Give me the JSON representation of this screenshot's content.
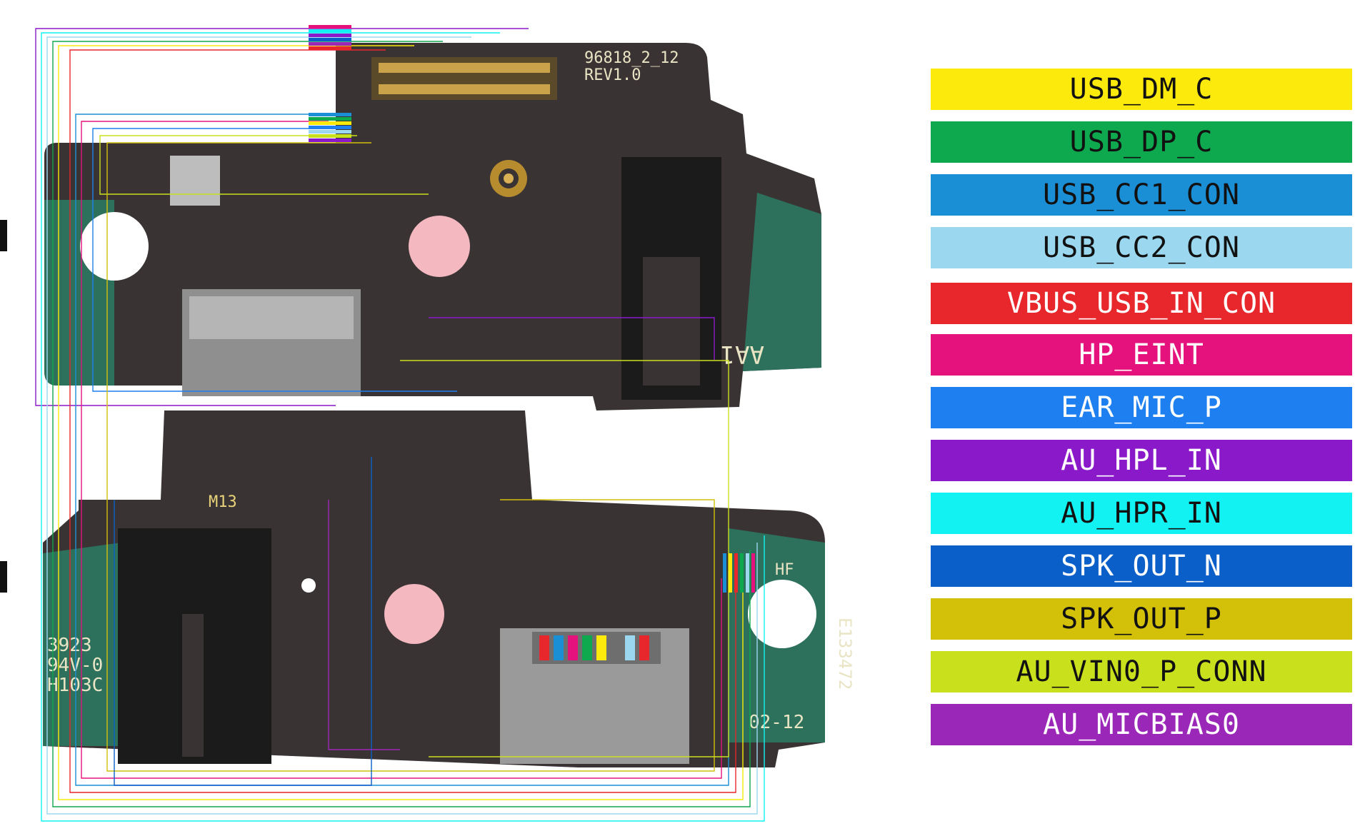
{
  "board": {
    "top_label_line1": "96818_2_12",
    "top_label_line2": "REV1.0",
    "top_side_label": "AA1",
    "bottom_label_m13": "M13",
    "bottom_label_hf": "HF",
    "bottom_code_vertical": "E133472",
    "bottom_date": "02-12",
    "bottom_left_line1": "3923",
    "bottom_left_line2": "94V-0",
    "bottom_left_line3": "H103C"
  },
  "legend": [
    {
      "label": "USB_DM_C",
      "color": "#fbea0b",
      "text_color": "#111111"
    },
    {
      "label": "USB_DP_C",
      "color": "#0ea84f",
      "text_color": "#111111"
    },
    {
      "label": "USB_CC1_CON",
      "color": "#1b8fd6",
      "text_color": "#111111"
    },
    {
      "label": "USB_CC2_CON",
      "color": "#9bd8f0",
      "text_color": "#111111"
    },
    {
      "label": "VBUS_USB_IN_CON",
      "color": "#e8272c",
      "text_color": "#ffffff"
    },
    {
      "label": "HP_EINT",
      "color": "#e5127d",
      "text_color": "#ffffff"
    },
    {
      "label": "EAR_MIC_P",
      "color": "#1e7ff0",
      "text_color": "#ffffff"
    },
    {
      "label": "AU_HPL_IN",
      "color": "#8a19c9",
      "text_color": "#ffffff"
    },
    {
      "label": "AU_HPR_IN",
      "color": "#13f2f2",
      "text_color": "#111111"
    },
    {
      "label": "SPK_OUT_N",
      "color": "#0a5fc9",
      "text_color": "#ffffff"
    },
    {
      "label": "SPK_OUT_P",
      "color": "#d3c009",
      "text_color": "#111111"
    },
    {
      "label": "AU_VIN0_P_CONN",
      "color": "#c9e01c",
      "text_color": "#111111"
    },
    {
      "label": "AU_MICBIAS0",
      "color": "#9b27b8",
      "text_color": "#ffffff"
    }
  ]
}
